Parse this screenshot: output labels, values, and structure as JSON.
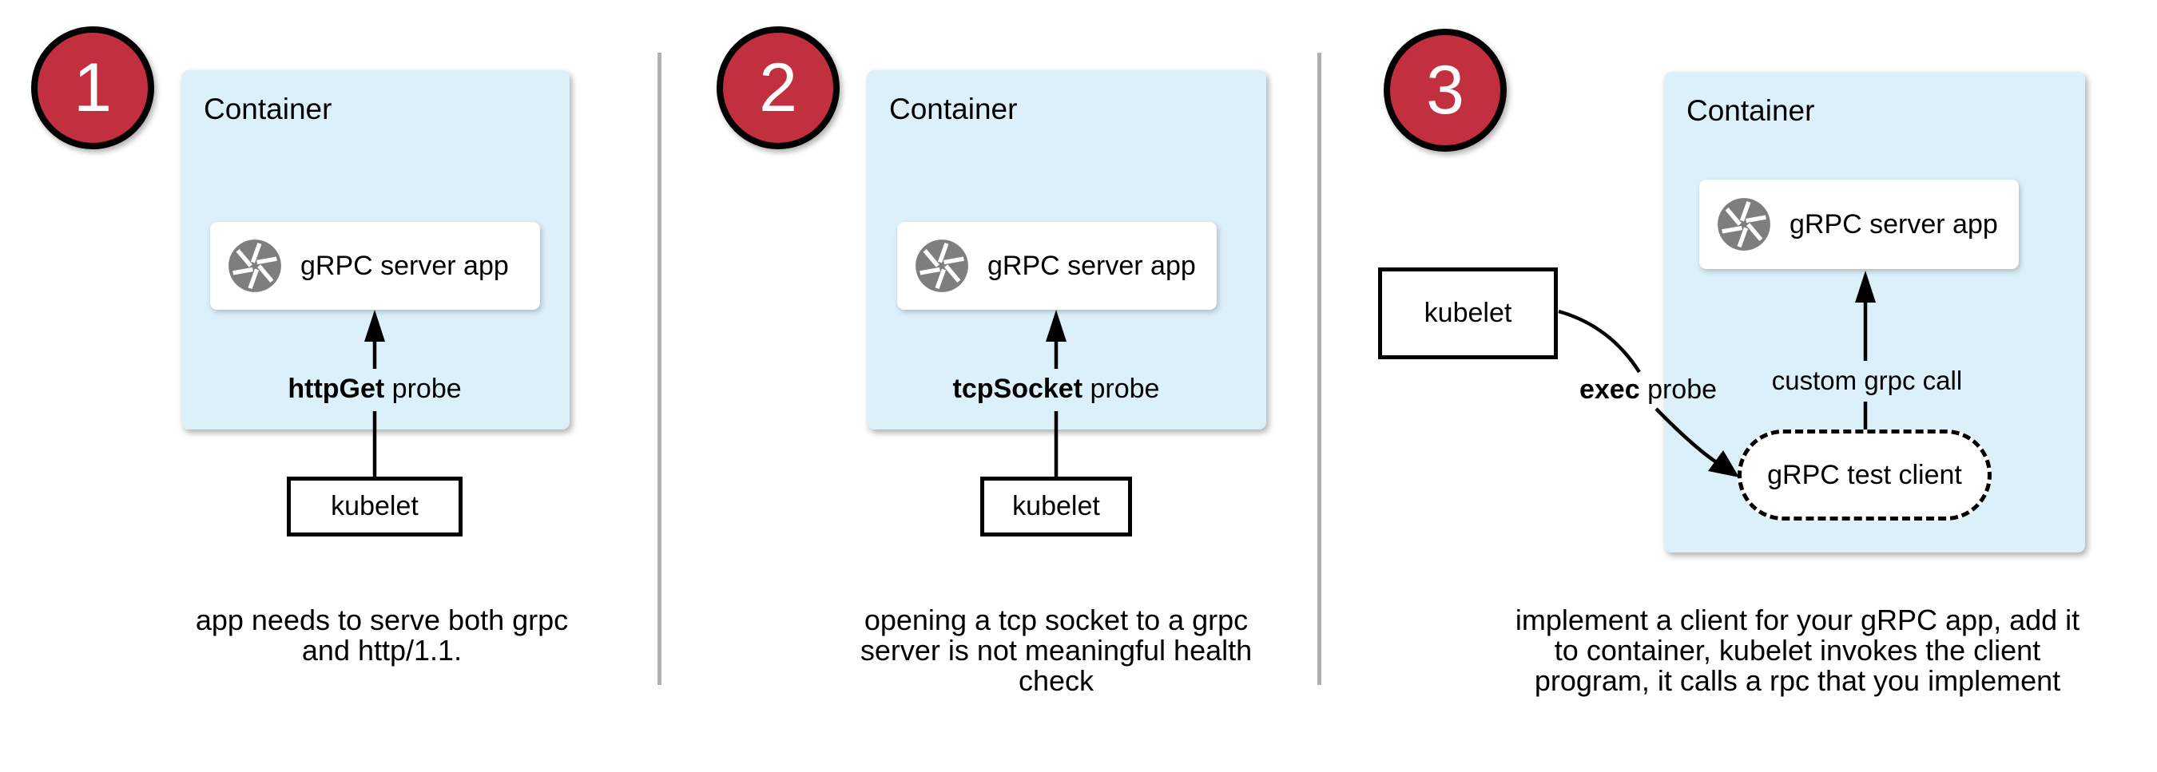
{
  "colors": {
    "circle_red": "#c22f3e",
    "container_blue": "#dcf0fa",
    "icon_gray": "#7e7e7e",
    "divider_gray": "#b0b0b0"
  },
  "panels": [
    {
      "number": "1",
      "container_label": "Container",
      "app_label": "gRPC server app",
      "probe": {
        "bold": "httpGet",
        "regular": "probe"
      },
      "kubelet_label": "kubelet",
      "caption_lines": [
        "app needs to serve both grpc",
        "and http/1.1."
      ]
    },
    {
      "number": "2",
      "container_label": "Container",
      "app_label": "gRPC server app",
      "probe": {
        "bold": "tcpSocket",
        "regular": "probe"
      },
      "kubelet_label": "kubelet",
      "caption_lines": [
        "opening a tcp socket to a grpc",
        "server is not meaningful health",
        "check"
      ]
    },
    {
      "number": "3",
      "container_label": "Container",
      "app_label": "gRPC server app",
      "probe": {
        "bold": "exec",
        "regular": "probe"
      },
      "kubelet_label": "kubelet",
      "grpc_call_label": "custom grpc call",
      "test_client_label": "gRPC test client",
      "caption_lines": [
        "implement a client for your gRPC app, add it",
        "to container, kubelet invokes the client",
        "program, it calls a rpc that you implement"
      ]
    }
  ]
}
